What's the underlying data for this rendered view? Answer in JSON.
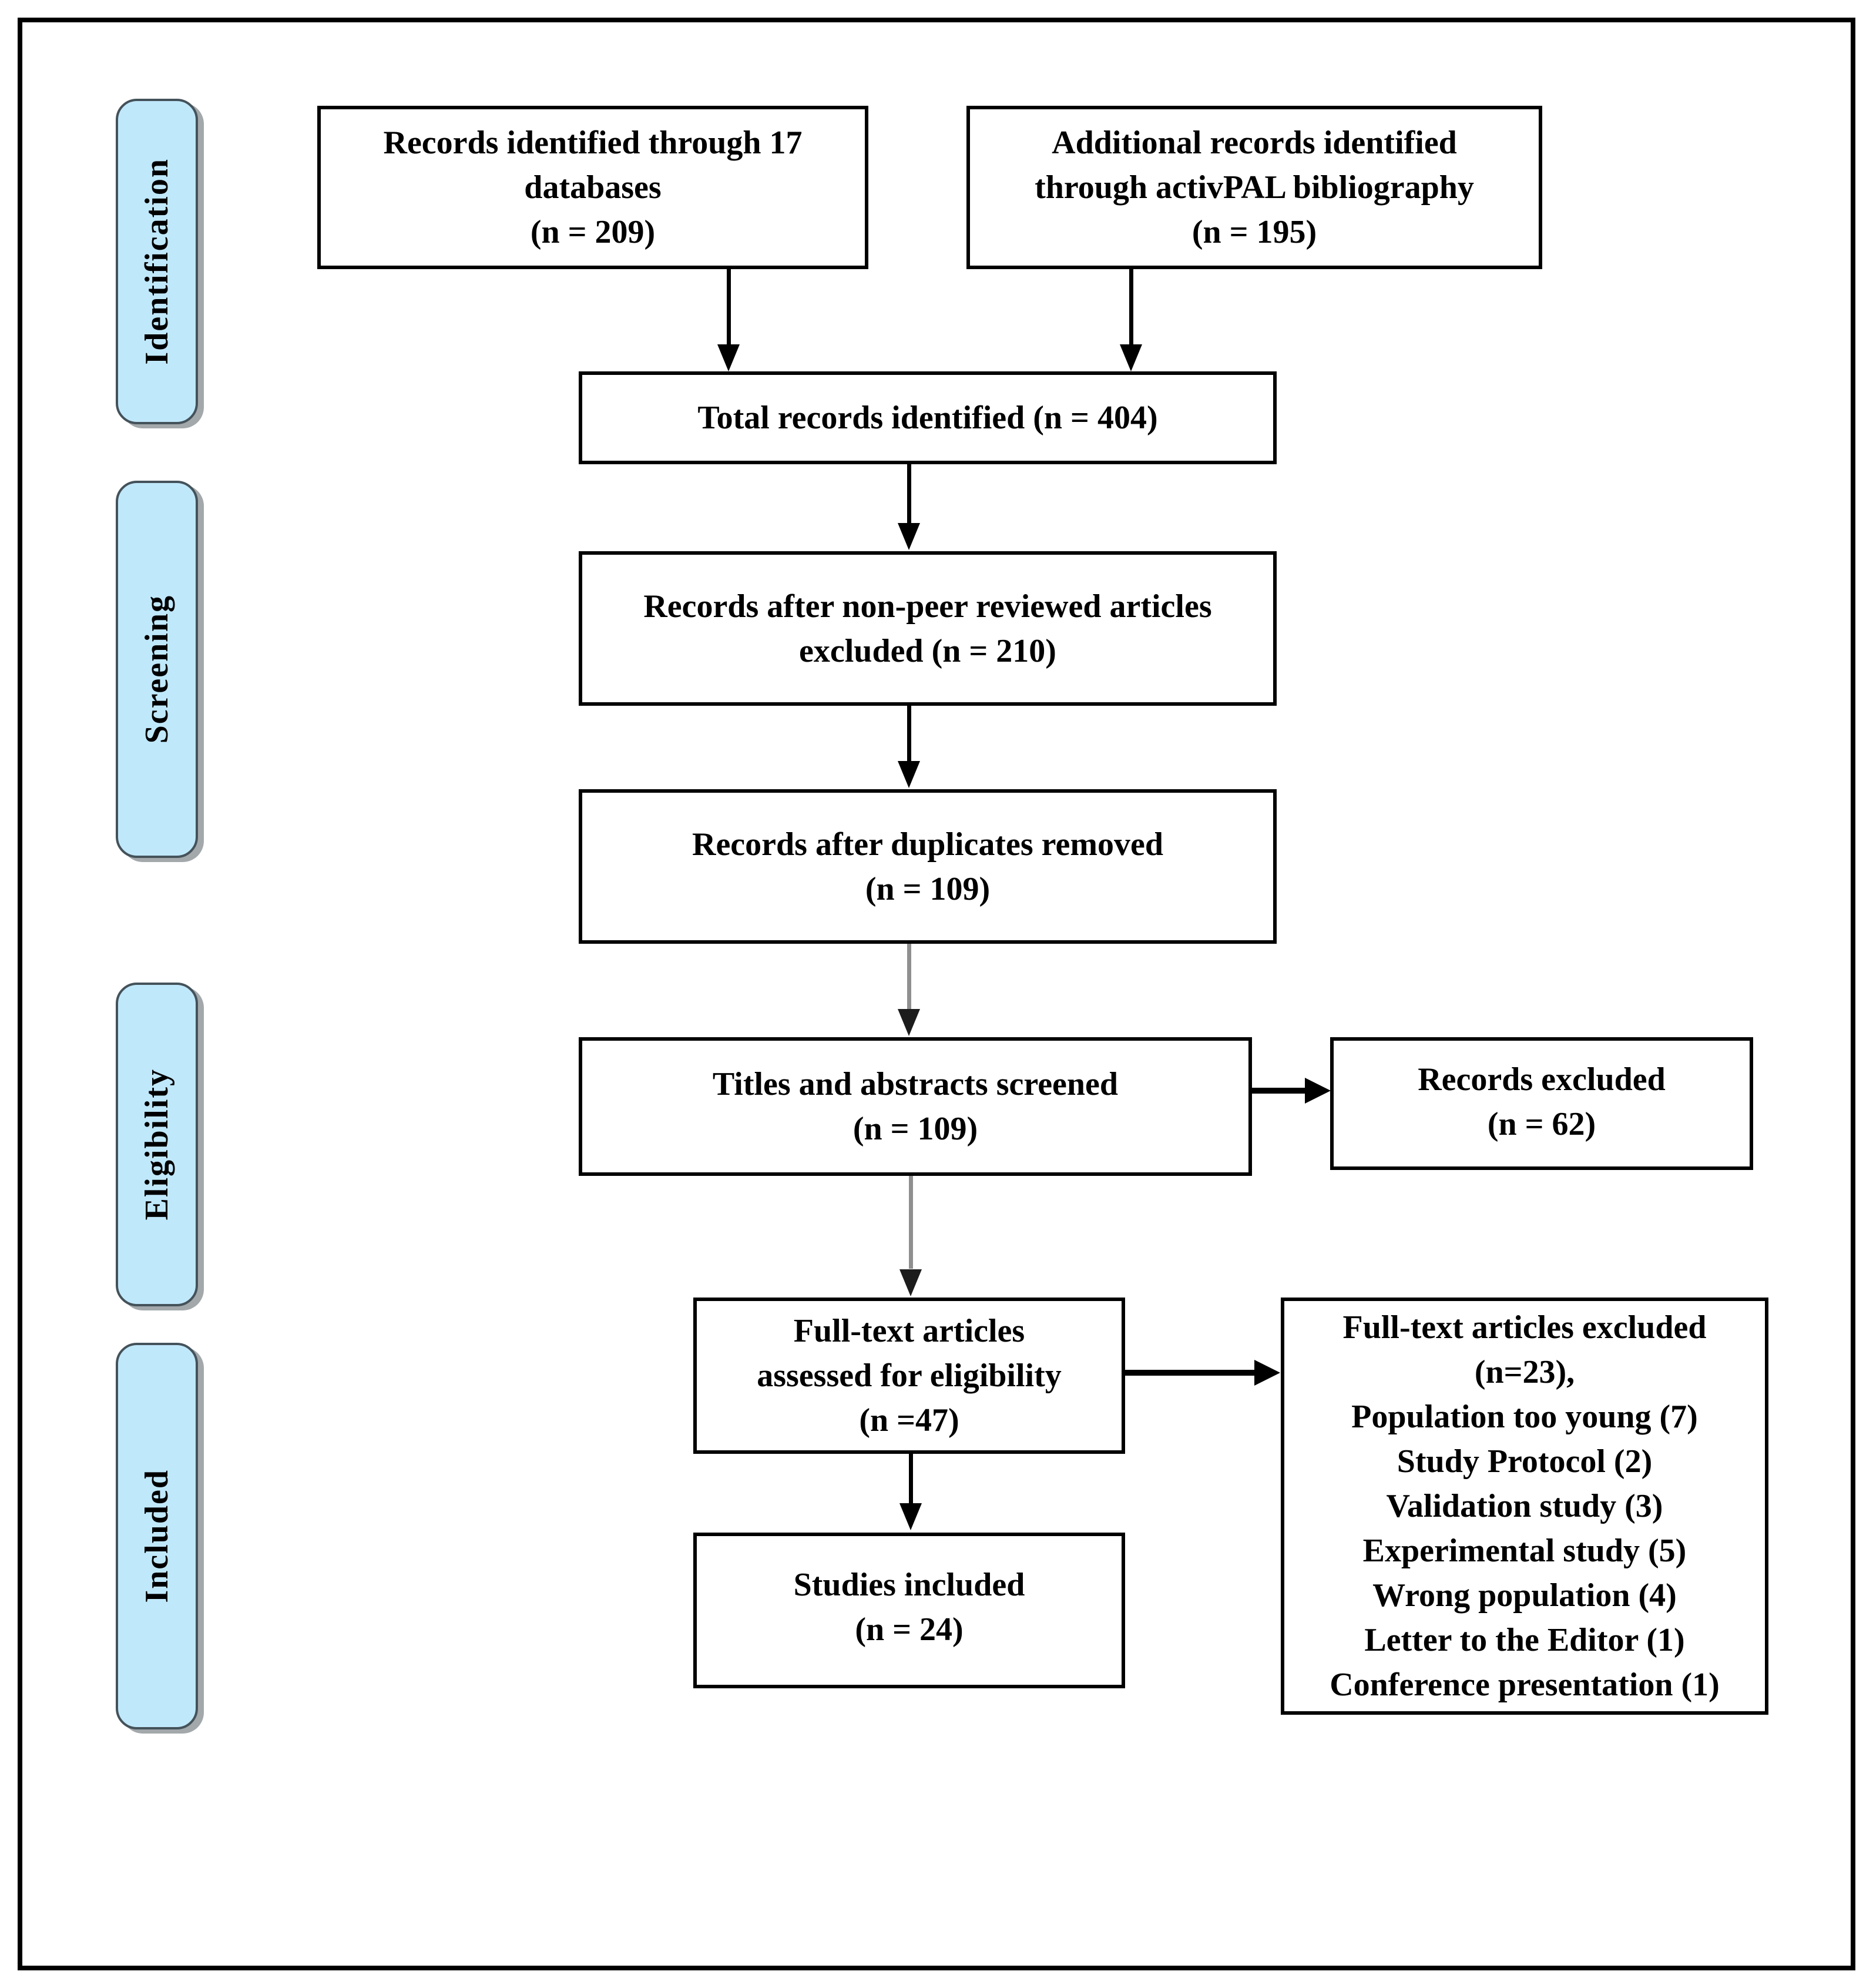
{
  "stages": [
    {
      "label": "Identification"
    },
    {
      "label": "Screening"
    },
    {
      "label": "Eligibility"
    },
    {
      "label": "Included"
    }
  ],
  "boxes": {
    "records_databases": {
      "lines": [
        "Records identified through 17",
        "databases",
        "(n = 209)"
      ]
    },
    "additional_records": {
      "lines": [
        "Additional records identified",
        "through activPAL bibliography",
        "(n = 195)"
      ]
    },
    "total_records": {
      "lines": [
        "Total records identified (n = 404)"
      ]
    },
    "after_non_peer": {
      "lines": [
        "Records after non-peer reviewed articles",
        "excluded (n = 210)"
      ]
    },
    "after_duplicates": {
      "lines": [
        "Records after duplicates removed",
        "(n = 109)"
      ]
    },
    "titles_abstracts": {
      "lines": [
        "Titles and abstracts screened",
        "(n = 109)"
      ]
    },
    "records_excluded": {
      "lines": [
        "Records excluded",
        "(n = 62)"
      ]
    },
    "fulltext_assessed": {
      "lines": [
        "Full-text articles",
        "assessed for eligibility",
        "(n =47)"
      ]
    },
    "fulltext_excluded": {
      "lines": [
        "Full-text articles excluded",
        "(n=23),",
        "Population too young (7)",
        "Study Protocol (2)",
        "Validation study (3)",
        "Experimental study (5)",
        "Wrong population (4)",
        "Letter to the Editor (1)",
        "Conference presentation (1)"
      ]
    },
    "studies_included": {
      "lines": [
        "Studies included",
        "(n = 24)"
      ]
    }
  },
  "colors": {
    "stage_fill": "#c0e8fb",
    "stage_border": "#44525a",
    "stage_shadow": "#a3a8ab",
    "box_border": "#000000",
    "arrow_black": "#000000",
    "arrow_gray": "#8f8f8f",
    "background": "#ffffff"
  }
}
